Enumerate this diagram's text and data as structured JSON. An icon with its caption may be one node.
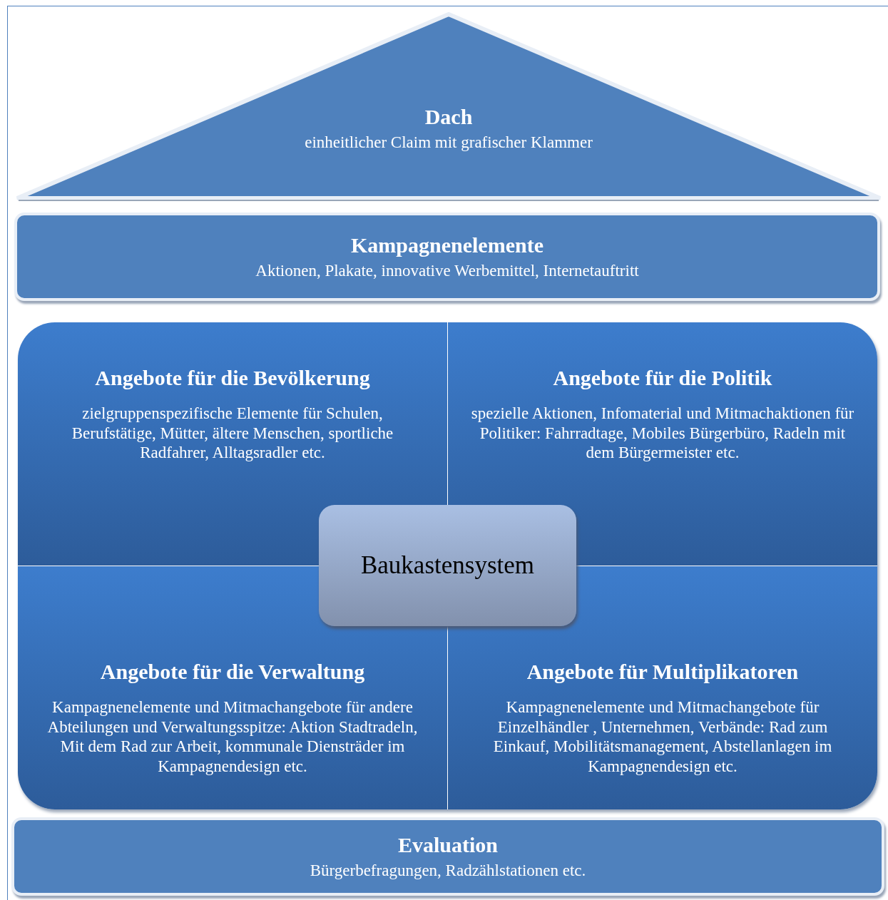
{
  "diagram": {
    "nodes": [
      {
        "text": [
          "Dach",
          "einheitlicher Claim mit grafischer Klammer"
        ]
      },
      {
        "text": [
          "Kampagnenelemente",
          "Aktionen, Plakate, innovative Werbemittel, Internetauftritt"
        ]
      },
      {
        "text": [],
        "shape": "box"
      },
      {
        "text": [
          "Angebote für die Bevölkerung",
          "zielgruppenspezifische Elemente für Schulen, Berufstätige, Mütter, ältere Menschen, sportliche Radfahrer, Alltagsradler etc."
        ],
        "in": 2
      },
      {
        "text": [
          "Angebote für die Politik",
          "spezielle Aktionen, Infomaterial und Mitmachaktionen für Politiker: Fahrradtage, Mobiles Bürgerbüro, Radeln mit dem Bürgermeister etc."
        ],
        "in": 2
      },
      {
        "text": [
          "Angebote für die Verwaltung",
          "Kampagnenelemente und Mitmachangebote für andere Abteilungen und Verwaltungsspitze: Aktion Stadtradeln, Mit dem Rad zur Arbeit, kommunale Diensträder im Kampagnendesign etc."
        ],
        "in": 2
      },
      {
        "text": [
          "Angebote für Multiplikatoren",
          "Kampagnenelemente und Mitmachangebote für Einzelhändler , Unternehmen, Verbände: Rad zum Einkauf, Mobilitätsmanagement, Abstellanlagen im Kampagnendesign etc."
        ],
        "in": 2
      },
      {
        "text": [
          "Baukastensystem"
        ],
        "in": 2
      },
      {
        "text": [
          "Evaluation",
          "Bürgerbefragungen, Radzählstationen etc."
        ]
      }
    ]
  }
}
